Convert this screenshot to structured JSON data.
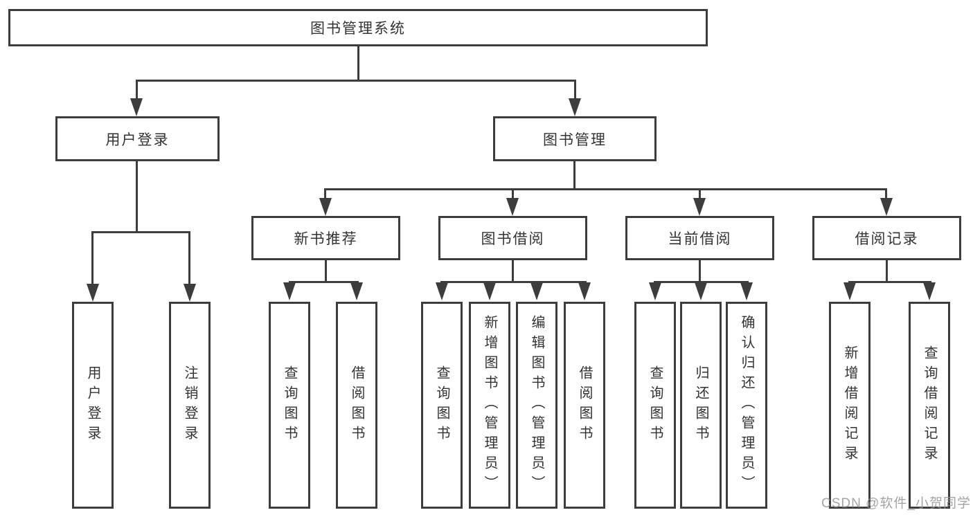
{
  "diagram": {
    "root_label": "图书管理系统",
    "level1": [
      "用户登录",
      "图书管理"
    ],
    "level2": [
      "新书推荐",
      "图书借阅",
      "当前借阅",
      "借阅记录"
    ],
    "leaves": [
      "用户登录",
      "注销登录",
      "查询图书",
      "借阅图书",
      "查询图书",
      "新增图书（管理员）",
      "编辑图书（管理员）",
      "借阅图书",
      "查询图书",
      "归还图书",
      "确认归还（管理员）",
      "新增借阅记录",
      "查询借阅记录"
    ],
    "hierarchy": {
      "图书管理系统": [
        "用户登录",
        "图书管理"
      ],
      "用户登录": [
        "用户登录",
        "注销登录"
      ],
      "图书管理": [
        "新书推荐",
        "图书借阅",
        "当前借阅",
        "借阅记录"
      ],
      "新书推荐": [
        "查询图书",
        "借阅图书"
      ],
      "图书借阅": [
        "查询图书",
        "新增图书（管理员）",
        "编辑图书（管理员）",
        "借阅图书"
      ],
      "当前借阅": [
        "查询图书",
        "归还图书",
        "确认归还（管理员）"
      ],
      "借阅记录": [
        "新增借阅记录",
        "查询借阅记录"
      ]
    },
    "colors": {
      "line": "#3d3d3d",
      "text": "#333333",
      "background": "#ffffff",
      "watermark": "#949494"
    }
  },
  "watermark": {
    "text": "CSDN @软件_小贺同学"
  }
}
